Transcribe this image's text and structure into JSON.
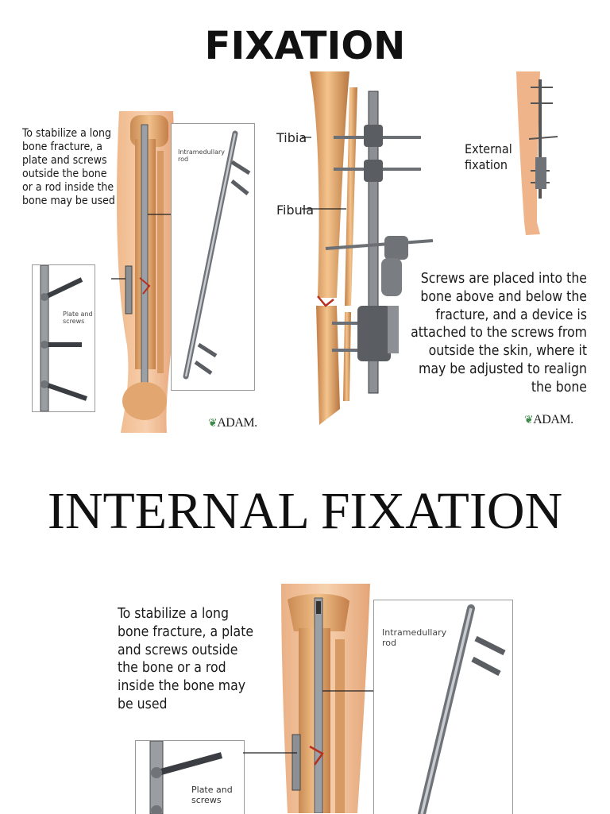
{
  "slide1": {
    "title": "FIXATION",
    "internal_caption": "To stabilize a long bone fracture, a plate and screws outside the bone or a rod inside the bone may be used",
    "rod_label": "Intramedullary rod",
    "plate_label": "Plate and screws",
    "tibia_label": "Tibia",
    "fibula_label": "Fibula",
    "external_label": "External fixation",
    "external_caption": "Screws are placed into the bone above and below the fracture, and a device is attached to the screws from outside the skin, where it may be adjusted to realign the bone",
    "watermark_left": "ADAM.",
    "watermark_right": "ADAM."
  },
  "slide2": {
    "title": "INTERNAL FIXATION",
    "caption": "To stabilize a long bone fracture, a plate and screws outside the bone or a rod inside the bone may be used",
    "rod_label": "Intramedullary rod",
    "plate_label": "Plate and screws"
  },
  "colors": {
    "bone": "#e9b27a",
    "bone_dark": "#c8844e",
    "skin": "#f4c7a1",
    "metal": "#8c8f94",
    "metal_dark": "#4a4d52",
    "fracture": "#b5301f",
    "leaf": "#3d8a4a"
  }
}
